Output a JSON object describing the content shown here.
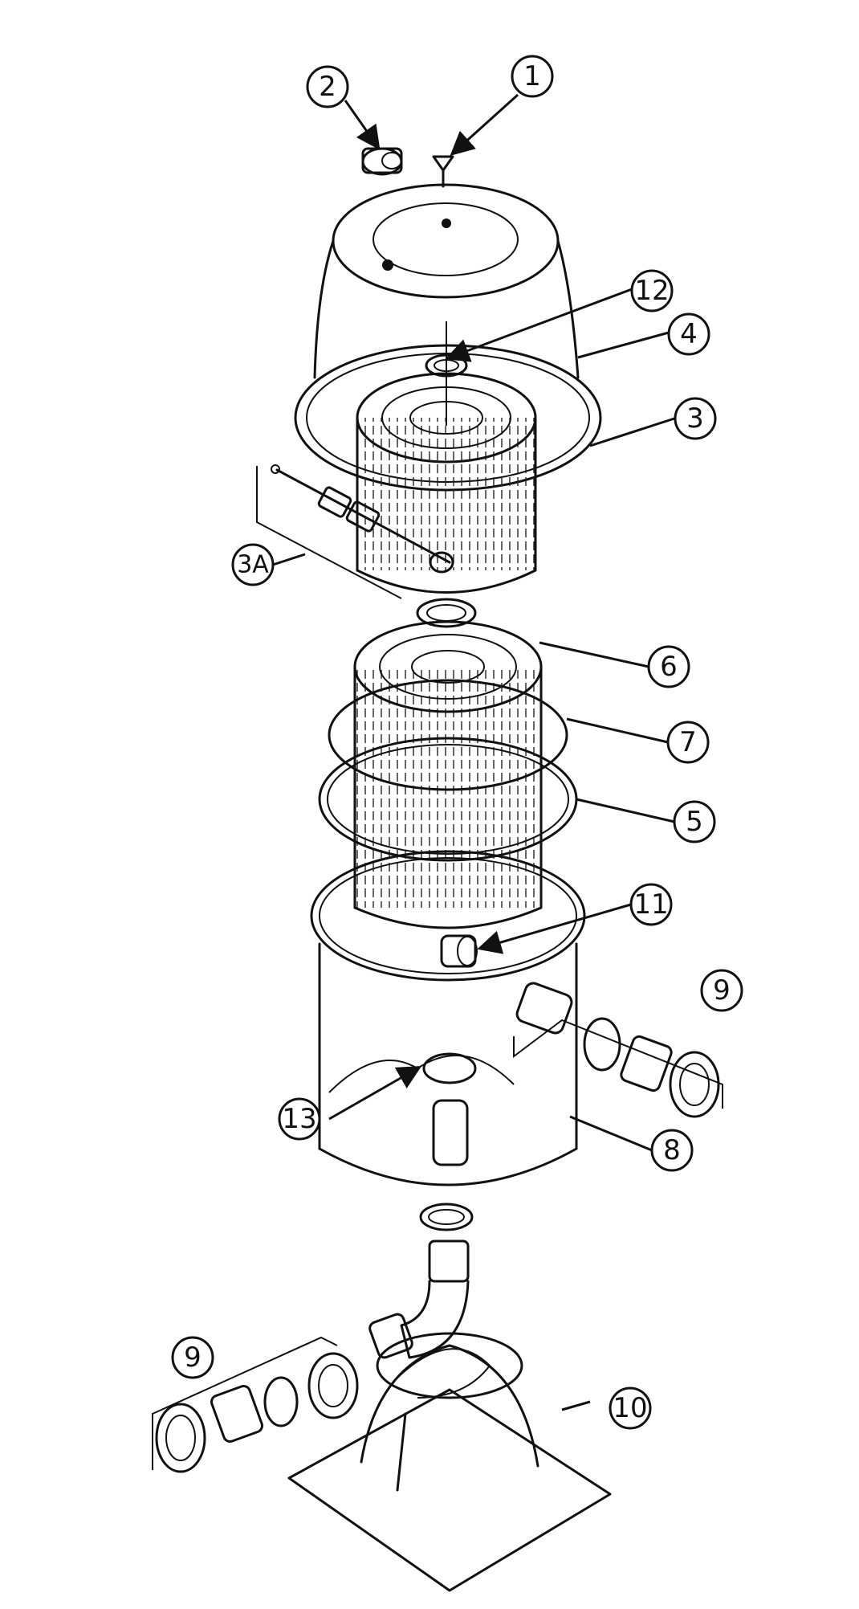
{
  "callouts": [
    {
      "id": "c1",
      "label": "1"
    },
    {
      "id": "c2",
      "label": "2"
    },
    {
      "id": "c12",
      "label": "12"
    },
    {
      "id": "c4",
      "label": "4"
    },
    {
      "id": "c3",
      "label": "3"
    },
    {
      "id": "c3a",
      "label": "3A"
    },
    {
      "id": "c6",
      "label": "6"
    },
    {
      "id": "c7",
      "label": "7"
    },
    {
      "id": "c5",
      "label": "5"
    },
    {
      "id": "c11",
      "label": "11"
    },
    {
      "id": "c9a",
      "label": "9"
    },
    {
      "id": "c13",
      "label": "13"
    },
    {
      "id": "c8",
      "label": "8"
    },
    {
      "id": "c9b",
      "label": "9"
    },
    {
      "id": "c10",
      "label": "10"
    }
  ]
}
